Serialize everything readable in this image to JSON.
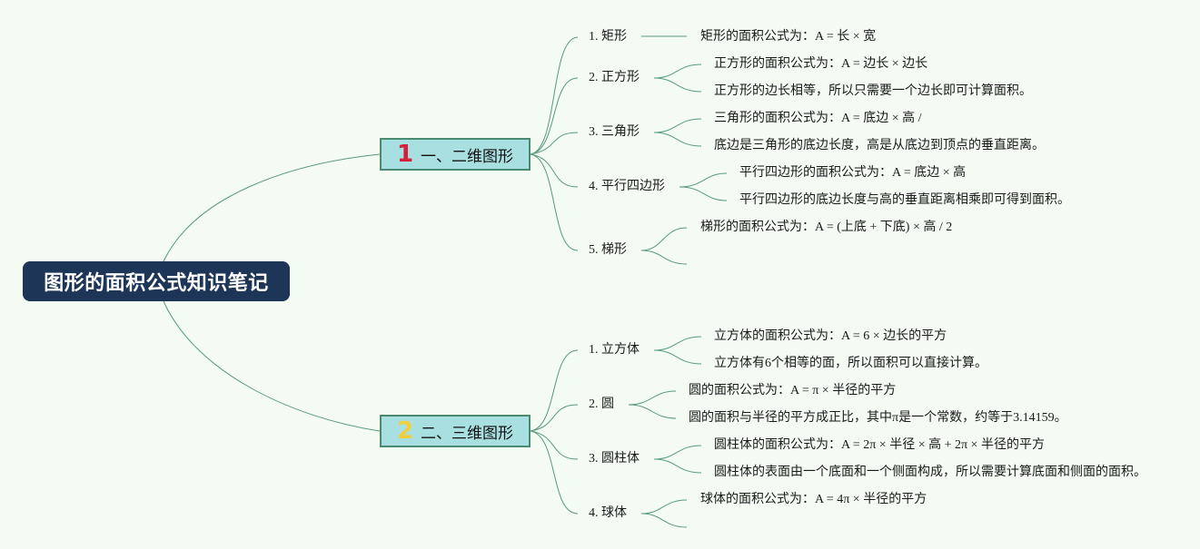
{
  "root": {
    "title": "图形的面积公式知识笔记"
  },
  "branches": [
    {
      "number": "1",
      "label": "一、二维图形",
      "topics": [
        {
          "label": "1. 矩形",
          "leaves": [
            "矩形的面积公式为：A = 长 × 宽"
          ]
        },
        {
          "label": "2. 正方形",
          "leaves": [
            "正方形的面积公式为：A = 边长 × 边长",
            "正方形的边长相等，所以只需要一个边长即可计算面积。"
          ]
        },
        {
          "label": "3. 三角形",
          "leaves": [
            "三角形的面积公式为：A = 底边 × 高 /",
            "底边是三角形的底边长度，高是从底边到顶点的垂直距离。"
          ]
        },
        {
          "label": "4. 平行四边形",
          "leaves": [
            "平行四边形的面积公式为：A = 底边 × 高",
            "平行四边形的底边长度与高的垂直距离相乘即可得到面积。"
          ]
        },
        {
          "label": "5. 梯形",
          "leaves": [
            "梯形的面积公式为：A = (上底 + 下底) × 高 / 2"
          ]
        }
      ]
    },
    {
      "number": "2",
      "label": "二、三维图形",
      "topics": [
        {
          "label": "1. 立方体",
          "leaves": [
            "立方体的面积公式为：A = 6 × 边长的平方",
            "立方体有6个相等的面，所以面积可以直接计算。"
          ]
        },
        {
          "label": "2. 圆",
          "leaves": [
            "圆的面积公式为：A = π × 半径的平方",
            "圆的面积与半径的平方成正比，其中π是一个常数，约等于3.14159。"
          ]
        },
        {
          "label": "3. 圆柱体",
          "leaves": [
            "圆柱体的面积公式为：A = 2π × 半径 × 高 + 2π × 半径的平方",
            "圆柱体的表面由一个底面和一个侧面构成，所以需要计算底面和侧面的面积。"
          ]
        },
        {
          "label": "4. 球体",
          "leaves": [
            "球体的面积公式为：A = 4π × 半径的平方"
          ]
        }
      ]
    }
  ]
}
